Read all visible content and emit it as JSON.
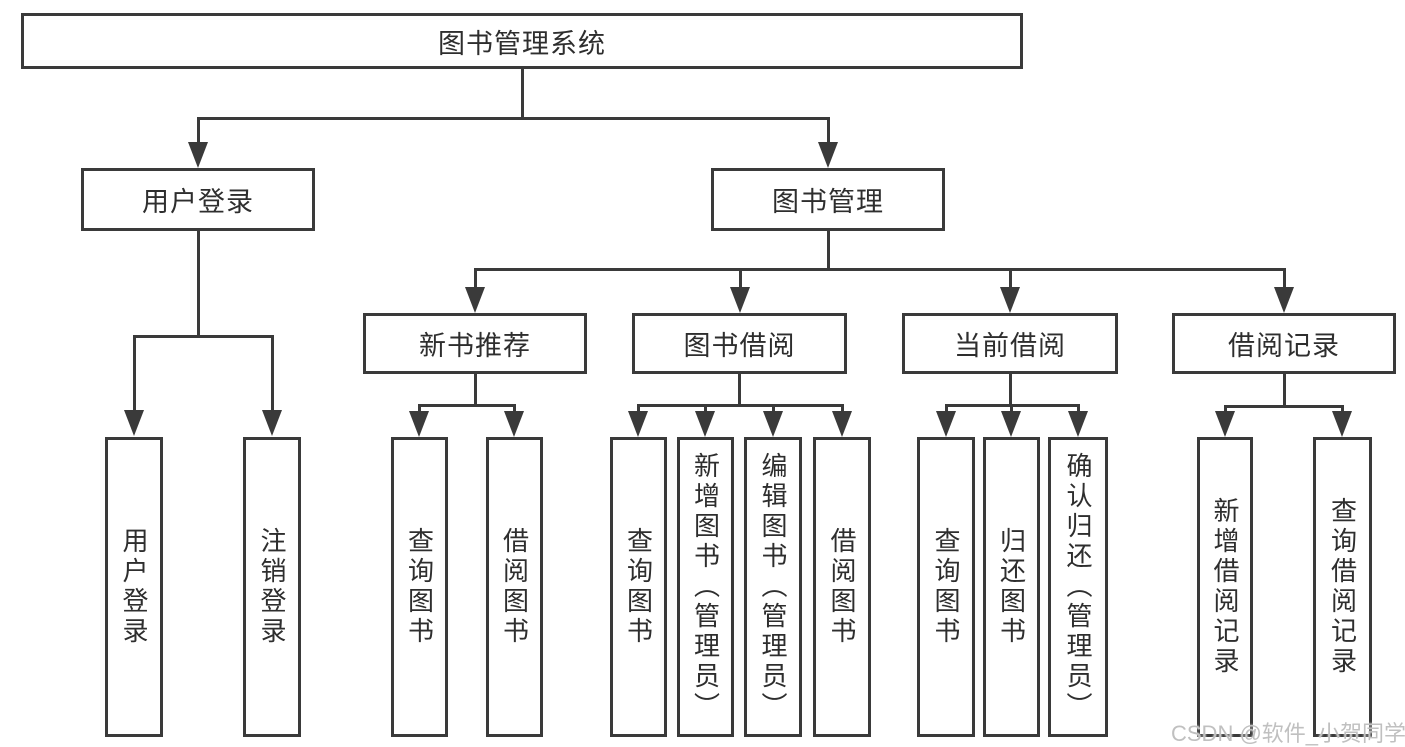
{
  "watermark": "CSDN @软件_小贺同学",
  "colors": {
    "line": "#3a3a3a",
    "text": "#2e2e2e",
    "background": "#ffffff",
    "watermark": "#c0c0c0"
  },
  "nodes": {
    "root": {
      "label": "图书管理系统"
    },
    "user_login": {
      "label": "用户登录"
    },
    "book_mgmt": {
      "label": "图书管理"
    },
    "new_book_rec": {
      "label": "新书推荐"
    },
    "book_borrow": {
      "label": "图书借阅"
    },
    "current_borrow": {
      "label": "当前借阅"
    },
    "borrow_record": {
      "label": "借阅记录"
    },
    "leaf_user_login": {
      "label": "用户登录"
    },
    "leaf_logout": {
      "label": "注销登录"
    },
    "leaf_newrec_query": {
      "label": "查询图书"
    },
    "leaf_newrec_borrow": {
      "label": "借阅图书"
    },
    "leaf_borrow_query": {
      "label": "查询图书"
    },
    "leaf_borrow_add": {
      "label": "新增图书（管理员）"
    },
    "leaf_borrow_edit": {
      "label": "编辑图书（管理员）"
    },
    "leaf_borrow_borrow": {
      "label": "借阅图书"
    },
    "leaf_current_query": {
      "label": "查询图书"
    },
    "leaf_current_return": {
      "label": "归还图书"
    },
    "leaf_current_confirm": {
      "label": "确认归还（管理员）"
    },
    "leaf_record_add": {
      "label": "新增借阅记录"
    },
    "leaf_record_query": {
      "label": "查询借阅记录"
    }
  },
  "hierarchy": {
    "图书管理系统": {
      "用户登录": [
        "用户登录",
        "注销登录"
      ],
      "图书管理": {
        "新书推荐": [
          "查询图书",
          "借阅图书"
        ],
        "图书借阅": [
          "查询图书",
          "新增图书（管理员）",
          "编辑图书（管理员）",
          "借阅图书"
        ],
        "当前借阅": [
          "查询图书",
          "归还图书",
          "确认归还（管理员）"
        ],
        "借阅记录": [
          "新增借阅记录",
          "查询借阅记录"
        ]
      }
    }
  }
}
